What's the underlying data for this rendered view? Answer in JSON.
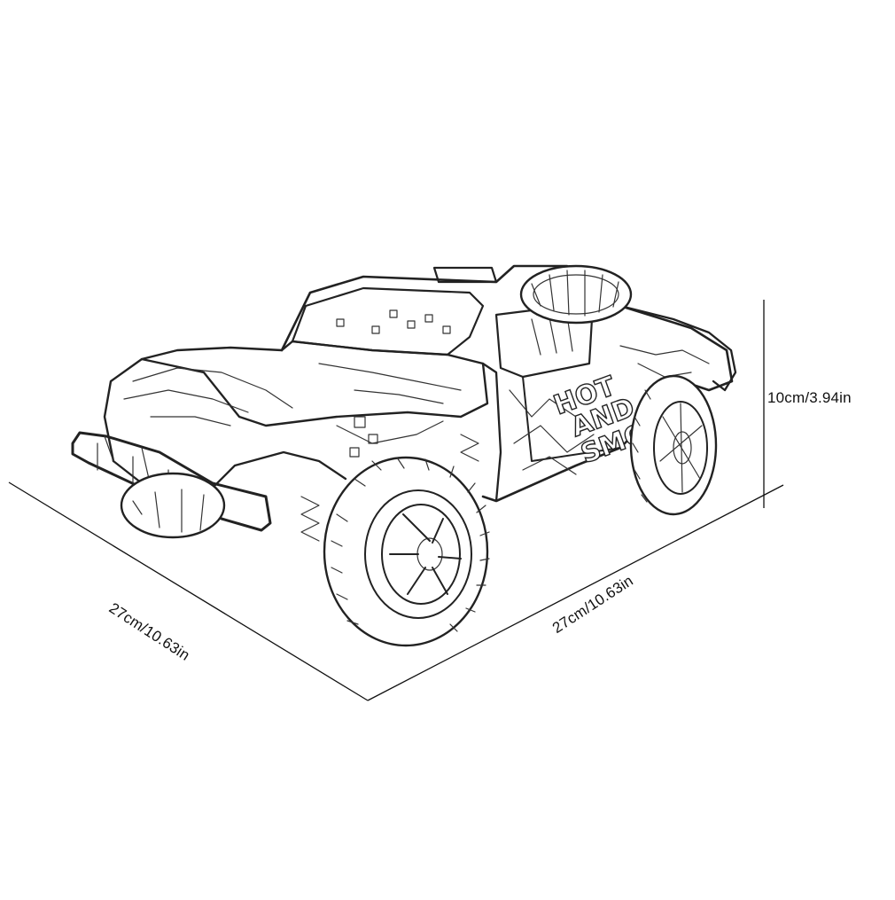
{
  "dimensions": {
    "height_label": "10cm/3.94in",
    "length_label": "27cm/10.63in",
    "width_label": "27cm/10.63in"
  },
  "product": {
    "decal_text_top": "HOT",
    "decal_text_mid": "AND",
    "decal_text_bottom": "SMOKY"
  },
  "colors": {
    "line": "#222222",
    "background": "#ffffff"
  }
}
